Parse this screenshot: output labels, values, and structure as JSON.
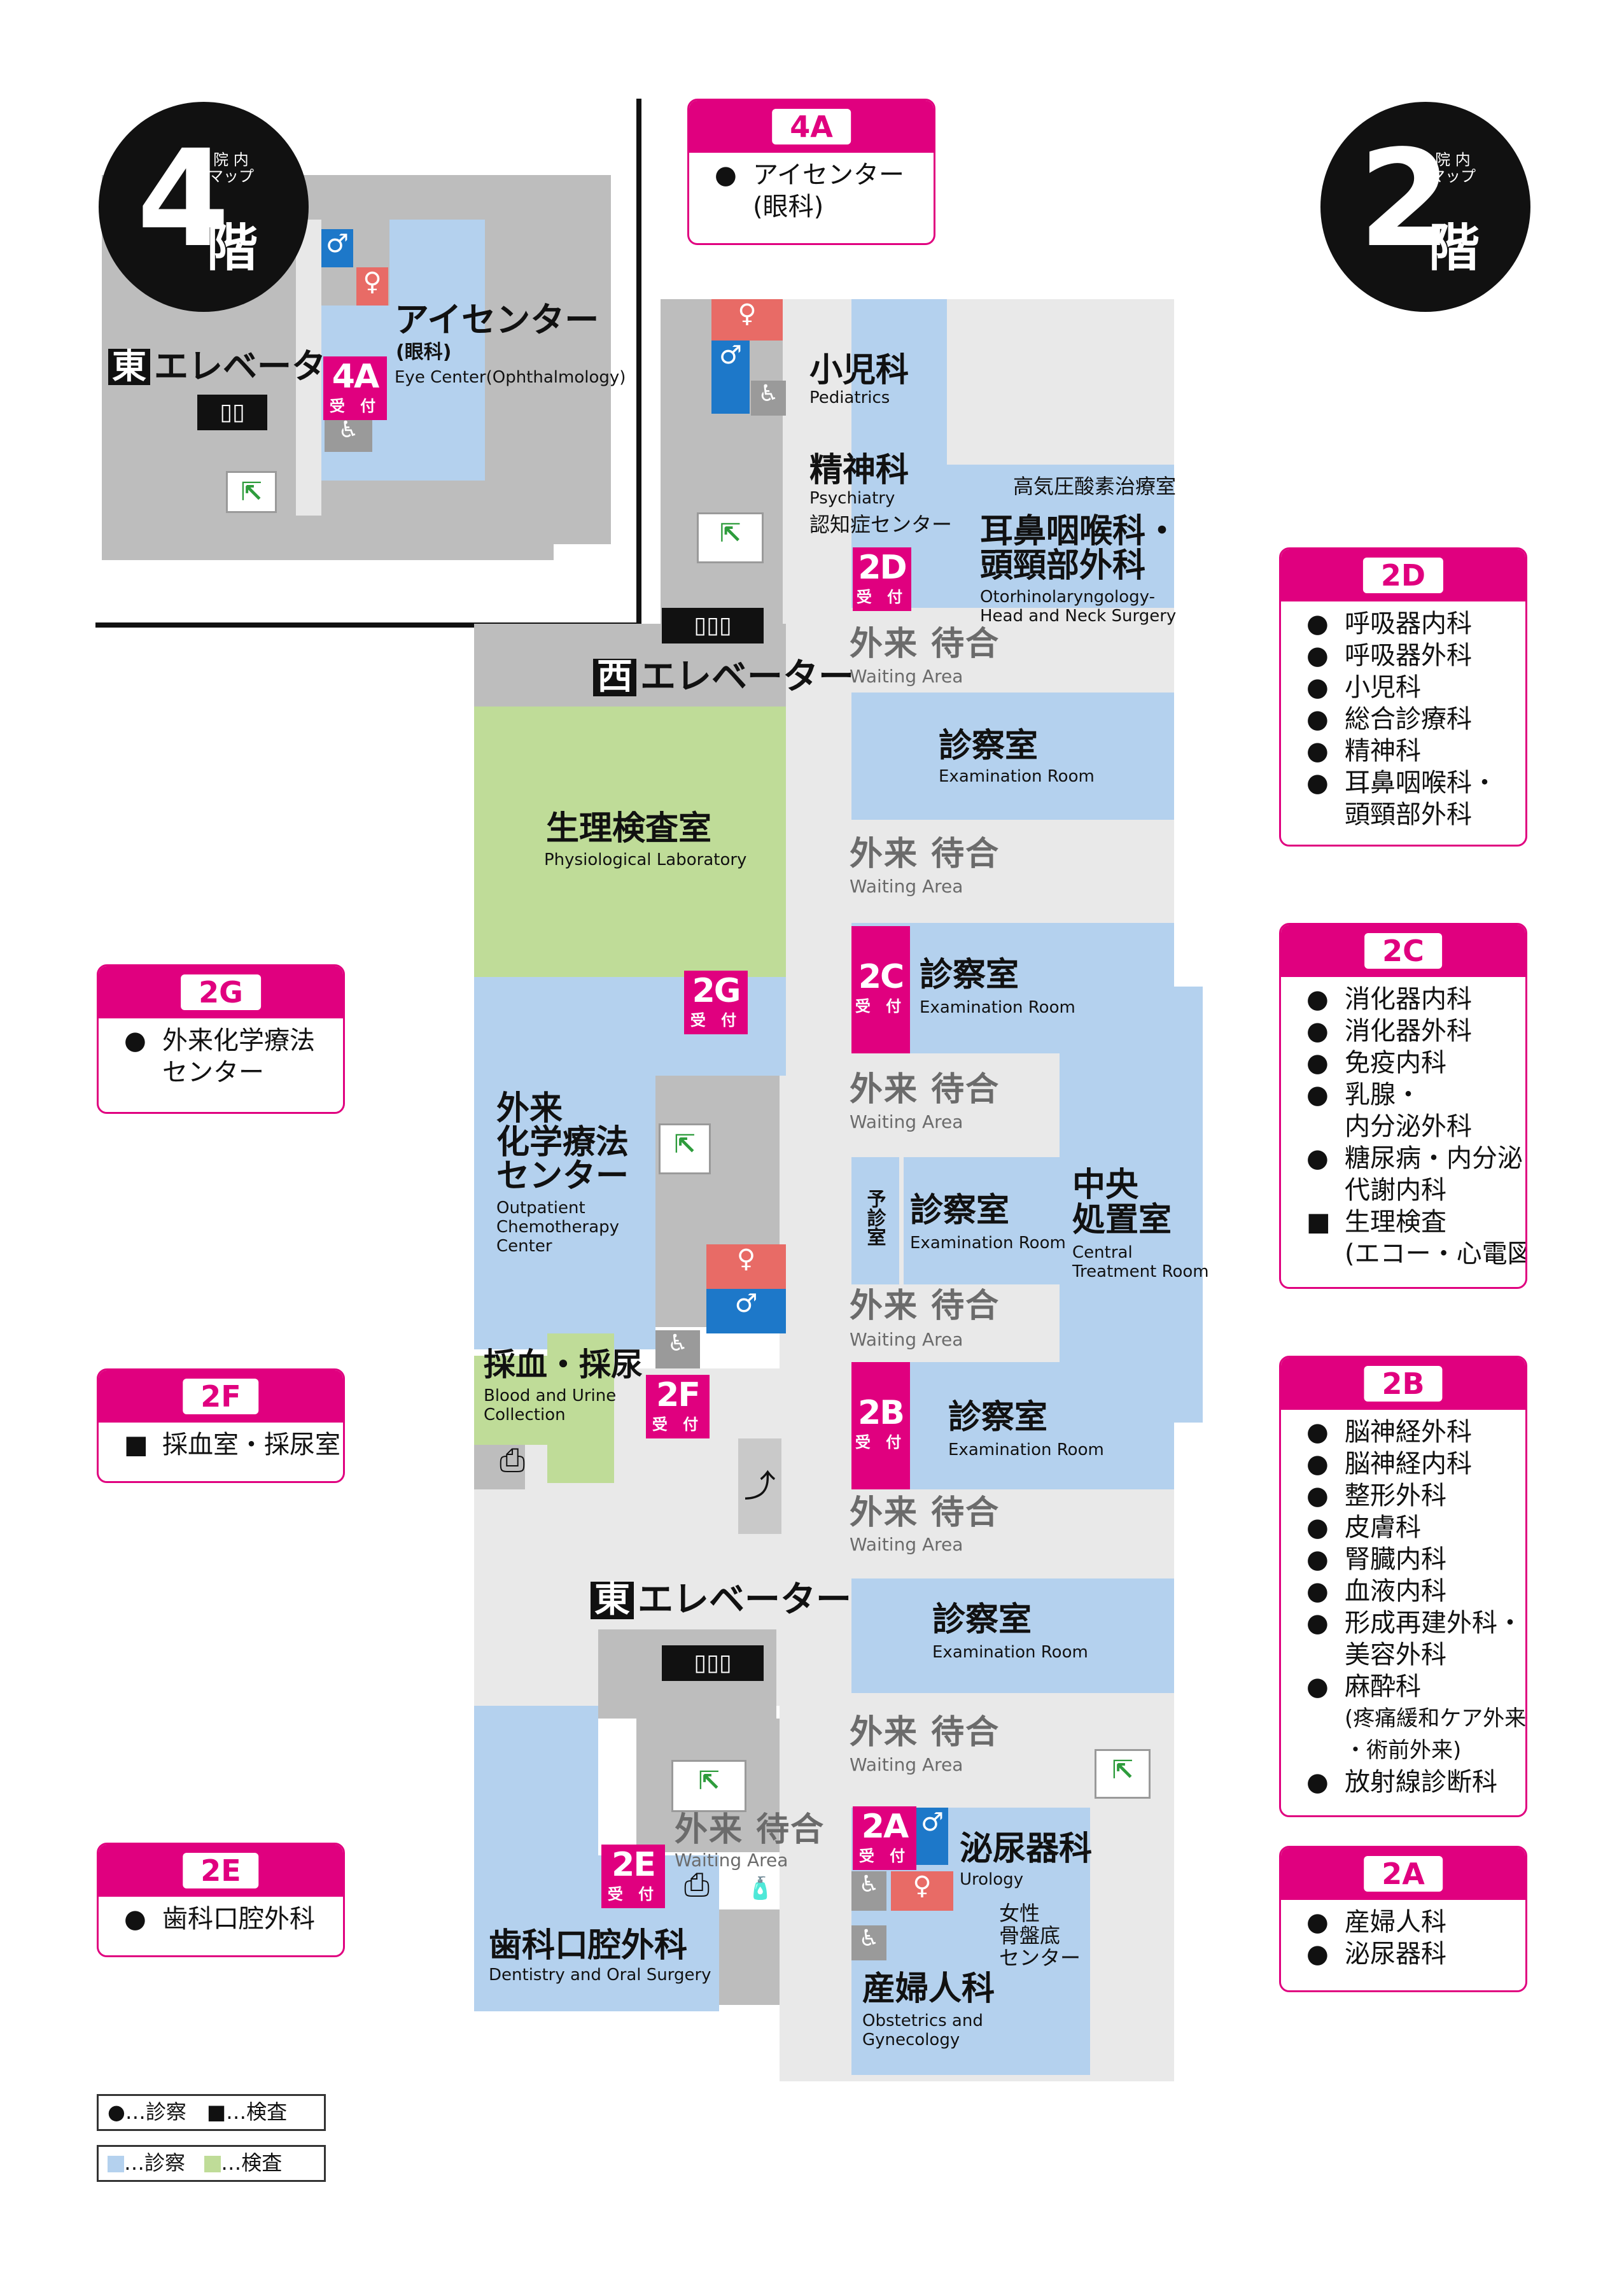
{
  "floor2": {
    "number": "2",
    "suffix": "階",
    "sublabel_line1": "院 内",
    "sublabel_line2": "マップ"
  },
  "floor4": {
    "number": "4",
    "suffix": "階",
    "sublabel_line1": "院 内",
    "sublabel_line2": "マップ"
  },
  "inset4": {
    "east_kanji": "東",
    "east_elevator": "エレベーター",
    "eye_center_jp": "アイセンター",
    "eye_center_sub": "(眼科)",
    "eye_center_en": "Eye Center(Ophthalmology)",
    "reception_code": "4A",
    "reception_label": "受 付"
  },
  "rooms": {
    "pediatrics_jp": "小児科",
    "pediatrics_en": "Pediatrics",
    "psychiatry_jp": "精神科",
    "psychiatry_en": "Psychiatry",
    "dementia_jp": "認知症センター",
    "hyperbaric_jp": "高気圧酸素治療室",
    "ent_jp_1": "耳鼻咽喉科・",
    "ent_jp_2": "頭頸部外科",
    "ent_en_1": "Otorhinolaryngology-",
    "ent_en_2": "Head and Neck Surgery",
    "west_kanji": "西",
    "west_elevator": "エレベーター",
    "east_kanji": "東",
    "east_elevator": "エレベーター",
    "physio_jp": "生理検査室",
    "physio_en": "Physiological Laboratory",
    "exam_jp": "診察室",
    "exam_en": "Examination Room",
    "chemo_jp_1": "外来",
    "chemo_jp_2": "化学療法",
    "chemo_jp_3": "センター",
    "chemo_en_1": "Outpatient",
    "chemo_en_2": "Chemotherapy",
    "chemo_en_3": "Center",
    "pre_exam_jp": "予診室",
    "central_jp_1": "中央",
    "central_jp_2": "処置室",
    "central_en_1": "Central",
    "central_en_2": "Treatment Room",
    "blood_jp": "採血・採尿",
    "blood_en_1": "Blood and Urine",
    "blood_en_2": "Collection",
    "urology_jp": "泌尿器科",
    "urology_en": "Urology",
    "pelvic_jp_1": "女性",
    "pelvic_jp_2": "骨盤底",
    "pelvic_jp_3": "センター",
    "obgyn_jp": "産婦人科",
    "obgyn_en_1": "Obstetrics and",
    "obgyn_en_2": "Gynecology",
    "dental_jp": "歯科口腔外科",
    "dental_en": "Dentistry and Oral Surgery",
    "waiting_jp": "外来 待合",
    "waiting_en": "Waiting Area"
  },
  "receptions": {
    "label": "受 付",
    "codes": {
      "d2": "2D",
      "c2": "2C",
      "g2": "2G",
      "f2": "2F",
      "b2": "2B",
      "a2": "2A",
      "e2": "2E"
    }
  },
  "cards": {
    "c4A": {
      "title": "4A",
      "items": [
        {
          "mark": "●",
          "text": "アイセンター"
        },
        {
          "mark": "",
          "text": "(眼科)"
        }
      ]
    },
    "c2D": {
      "title": "2D",
      "items": [
        {
          "mark": "●",
          "text": "呼吸器内科"
        },
        {
          "mark": "●",
          "text": "呼吸器外科"
        },
        {
          "mark": "●",
          "text": "小児科"
        },
        {
          "mark": "●",
          "text": "総合診療科"
        },
        {
          "mark": "●",
          "text": "精神科"
        },
        {
          "mark": "●",
          "text": "耳鼻咽喉科・"
        },
        {
          "mark": "",
          "text": "頭頸部外科"
        }
      ]
    },
    "c2C": {
      "title": "2C",
      "items": [
        {
          "mark": "●",
          "text": "消化器内科"
        },
        {
          "mark": "●",
          "text": "消化器外科"
        },
        {
          "mark": "●",
          "text": "免疫内科"
        },
        {
          "mark": "●",
          "text": "乳腺・"
        },
        {
          "mark": "",
          "text": "内分泌外科"
        },
        {
          "mark": "●",
          "text": "糖尿病・内分泌・"
        },
        {
          "mark": "",
          "text": "代謝内科"
        },
        {
          "mark": "■",
          "text": "生理検査"
        },
        {
          "mark": "",
          "text": "(エコー・心電図)"
        }
      ]
    },
    "c2B": {
      "title": "2B",
      "items": [
        {
          "mark": "●",
          "text": "脳神経外科"
        },
        {
          "mark": "●",
          "text": "脳神経内科"
        },
        {
          "mark": "●",
          "text": "整形外科"
        },
        {
          "mark": "●",
          "text": "皮膚科"
        },
        {
          "mark": "●",
          "text": "腎臓内科"
        },
        {
          "mark": "●",
          "text": "血液内科"
        },
        {
          "mark": "●",
          "text": "形成再建外科・"
        },
        {
          "mark": "",
          "text": "美容外科"
        },
        {
          "mark": "●",
          "text": "麻酔科"
        },
        {
          "mark": "",
          "text": "(疼痛緩和ケア外来"
        },
        {
          "mark": "",
          "text": "・術前外来)"
        },
        {
          "mark": "●",
          "text": "放射線診断科"
        }
      ]
    },
    "c2A": {
      "title": "2A",
      "items": [
        {
          "mark": "●",
          "text": "産婦人科"
        },
        {
          "mark": "●",
          "text": "泌尿器科"
        }
      ]
    },
    "c2G": {
      "title": "2G",
      "items": [
        {
          "mark": "●",
          "text": "外来化学療法"
        },
        {
          "mark": "",
          "text": "センター"
        }
      ]
    },
    "c2F": {
      "title": "2F",
      "items": [
        {
          "mark": "■",
          "text": "採血室・採尿室"
        }
      ]
    },
    "c2E": {
      "title": "2E",
      "items": [
        {
          "mark": "●",
          "text": "歯科口腔外科"
        }
      ]
    }
  },
  "legend": {
    "row1": "●…診察　■…検査",
    "row2_a": "…診察",
    "row2_b": "…検査",
    "colors": {
      "exam": "#b4d1ee",
      "test": "#bfdc98"
    }
  },
  "colors": {
    "accent": "#e0007f",
    "waiting": "#6b6b6b"
  }
}
